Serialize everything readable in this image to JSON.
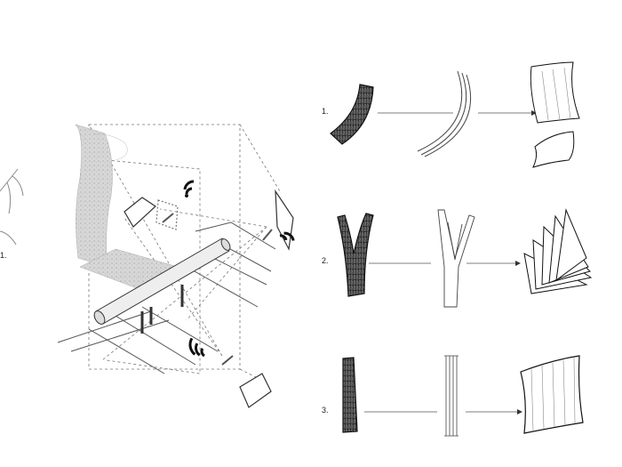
{
  "steps": [
    {
      "label": "1.",
      "shape": "curved-branch"
    },
    {
      "label": "2.",
      "shape": "forked-branch"
    },
    {
      "label": "3.",
      "shape": "straight-log"
    }
  ],
  "left_panel": {
    "cut_label": "1."
  },
  "icons": [
    "wifi-signal-icon",
    "wifi-signal-icon",
    "wifi-signal-icon"
  ],
  "colors": {
    "ink": "#222222",
    "light_ink": "#9a9a9a",
    "dashed": "#777777",
    "bark": "#555555"
  }
}
